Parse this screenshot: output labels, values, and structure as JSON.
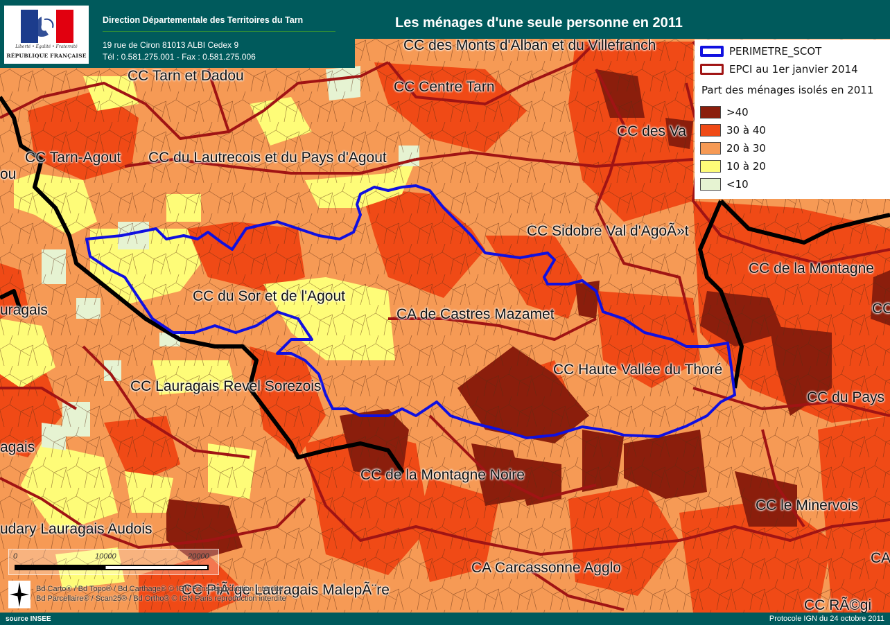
{
  "header": {
    "logo": {
      "motto": "Liberté • Égalité • Fraternité",
      "republic": "RÉPUBLIQUE FRANÇAISE"
    },
    "organization": "Direction Départementale des Territoires du Tarn",
    "address": "19 rue de Ciron 81013 ALBI Cedex 9",
    "phone_fax": "Tél : 0.581.275.001 - Fax : 0.581.275.006"
  },
  "title": "Les ménages d'une seule personne en 2011",
  "legend": {
    "lines": [
      {
        "label": "PERIMETRE_SCOT",
        "color": "#1010e0"
      },
      {
        "label": "EPCI au 1er janvier 2014",
        "color": "#a01414"
      }
    ],
    "classes_title": "Part des ménages isolés en 2011",
    "classes": [
      {
        "label": ">40",
        "color": "#8b1e0c"
      },
      {
        "label": "30 à 40",
        "color": "#f04a16"
      },
      {
        "label": "20 à 30",
        "color": "#f69a55"
      },
      {
        "label": "10 à 20",
        "color": "#fefc78"
      },
      {
        "label": "<10",
        "color": "#e6f3d2"
      }
    ]
  },
  "map_labels": [
    "CC des Monts d'Alban et du Villefranch",
    "CC Tarn et Dadou",
    "CC Centre Tarn",
    "CC des Va",
    "CC Tarn-Agout",
    "CC du Lautrecois et du Pays d'Agout",
    "ou",
    "CC Sidobre Val d'AgoÃ»t",
    "CC de la Montagne",
    "uragais",
    "CC du Sor et de l'Agout",
    "CA de Castres Mazamet",
    "CC",
    "CC Haute Vallée du Thoré",
    "CC Lauragais Revel Sorezois",
    "CC du Pays",
    "agais",
    "CC de la Montagne Noire",
    "CC le Minervois",
    "udary Lauragais Audois",
    "CA Carcassonne Agglo",
    "CA",
    "CC PiÃ¨ge Lauragais MalepÃ¨re",
    "CC RÃ©gi"
  ],
  "scale": {
    "ticks": [
      "0",
      "10000",
      "20000"
    ]
  },
  "credits": [
    "Bd Carto® / Bd Topo® / Bd Carthage® © IGN Paris reproduction interdite",
    "Bd Parcellaire® / Scan25® / Bd Ortho® © IGN Paris reproduction interdite"
  ],
  "footer": {
    "source": "source INSEE",
    "protocol": "Protocole IGN du 24 octobre 2011"
  },
  "colors": {
    "header_teal": "#005a5c",
    "scot_blue": "#1010e0",
    "epci_red": "#a01414",
    "boundary_black": "#000000"
  }
}
